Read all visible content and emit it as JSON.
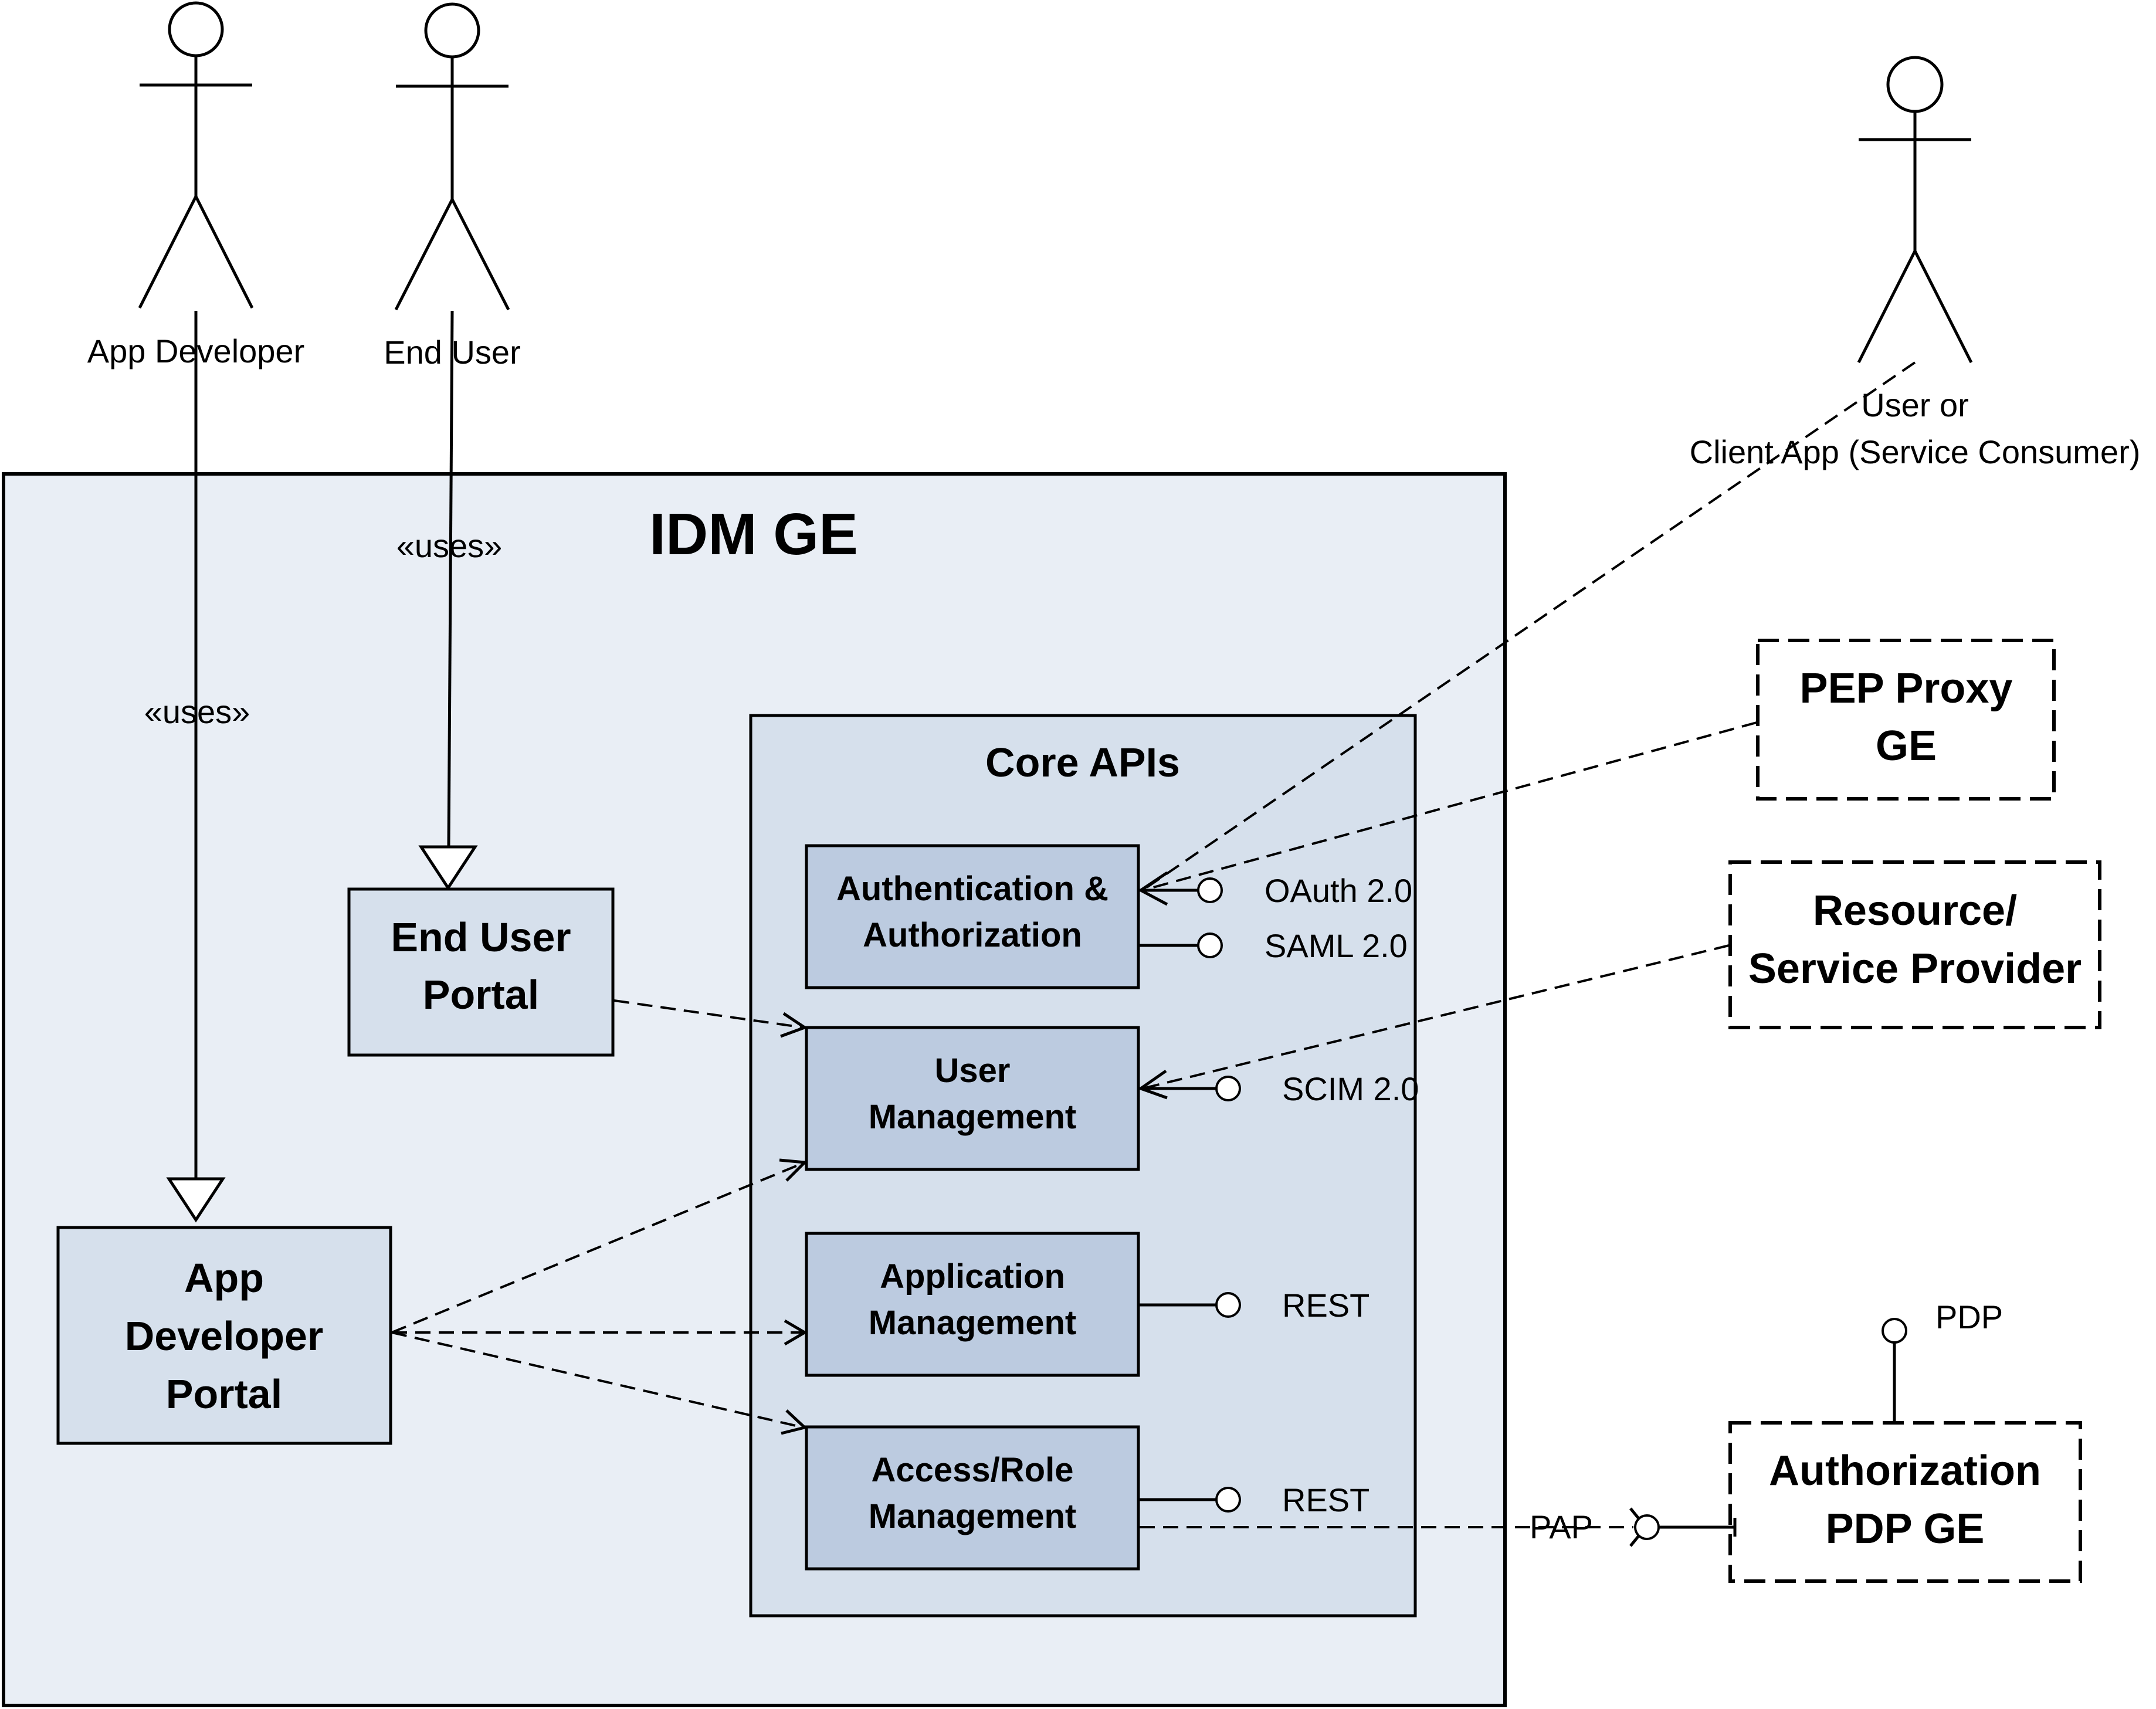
{
  "actors": {
    "app_developer": "App Developer",
    "end_user": "End User",
    "consumer_line1": "User or",
    "consumer_line2": "Client App (Service Consumer)"
  },
  "idm": {
    "title": "IDM GE",
    "uses_end_user": "«uses»",
    "uses_app_dev": "«uses»"
  },
  "portals": {
    "end_user_line1": "End User",
    "end_user_line2": "Portal",
    "app_dev_line1": "App",
    "app_dev_line2": "Developer",
    "app_dev_line3": "Portal"
  },
  "core": {
    "title": "Core APIs",
    "auth_line1": "Authentication &",
    "auth_line2": "Authorization",
    "user_line1": "User",
    "user_line2": "Management",
    "app_line1": "Application",
    "app_line2": "Management",
    "access_line1": "Access/Role",
    "access_line2": "Management"
  },
  "interfaces": {
    "oauth": "OAuth 2.0",
    "saml": "SAML 2.0",
    "scim": "SCIM 2.0",
    "rest_app": "REST",
    "rest_access": "REST",
    "pap": "PAP",
    "pdp": "PDP"
  },
  "external": {
    "pep_line1": "PEP Proxy",
    "pep_line2": "GE",
    "rsp_line1": "Resource/",
    "rsp_line2": "Service Provider",
    "pdp_line1": "Authorization",
    "pdp_line2": "PDP GE"
  },
  "colors": {
    "idm_fill": "#e9eef5",
    "core_fill": "#d6e0ec",
    "box_fill": "#bccbe0",
    "portal_fill": "#d6e0ec"
  }
}
